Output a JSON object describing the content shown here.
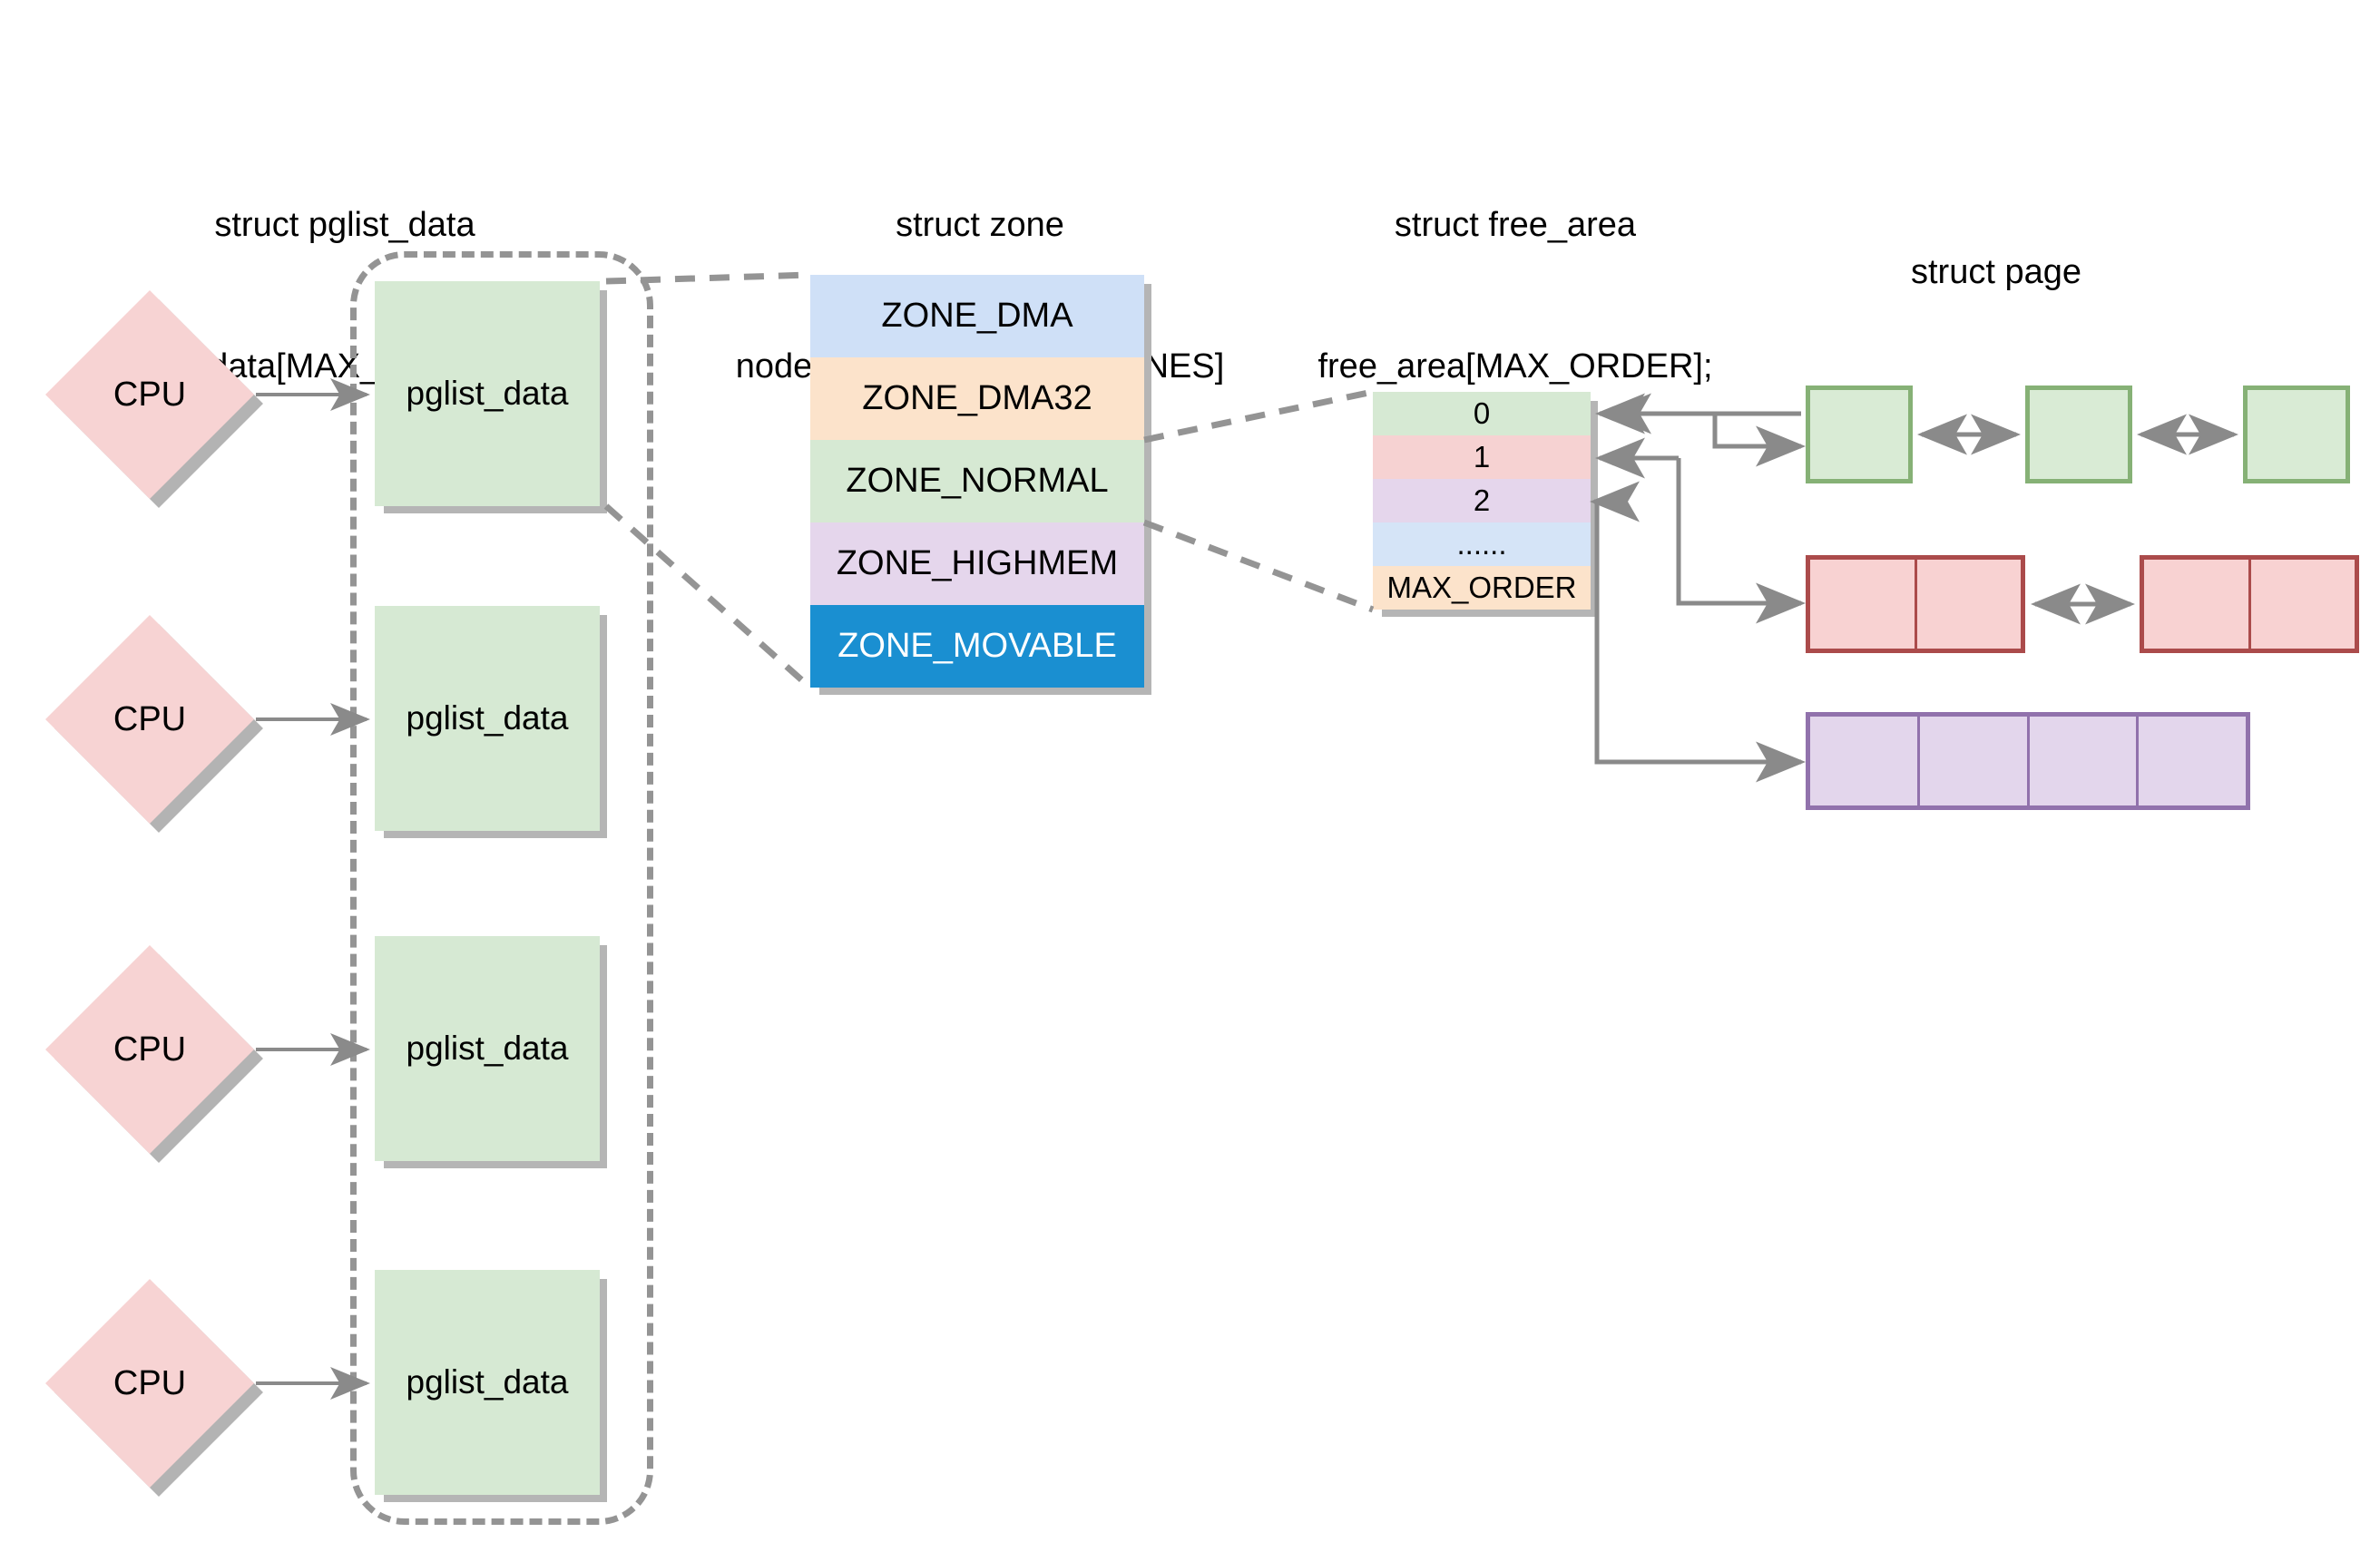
{
  "diagram": {
    "title": "Linux kernel memory management structures",
    "background": "#ffffff"
  },
  "headers": [
    {
      "id": "h-pglist",
      "line1": "struct pglist_data",
      "line2": "*node_data[MAX_NUMNODES]"
    },
    {
      "id": "h-zone",
      "line1": "struct zone",
      "line2": "node_zones[MAX_NR_ZONES]"
    },
    {
      "id": "h-freearea",
      "line1": "struct free_area",
      "line2": "free_area[MAX_ORDER];"
    },
    {
      "id": "h-page",
      "line1": "struct page",
      "line2": ""
    }
  ],
  "cpus": [
    {
      "label": "CPU"
    },
    {
      "label": "CPU"
    },
    {
      "label": "CPU"
    },
    {
      "label": "CPU"
    }
  ],
  "pglist_nodes": [
    {
      "label": "pglist_data"
    },
    {
      "label": "pglist_data"
    },
    {
      "label": "pglist_data"
    },
    {
      "label": "pglist_data"
    }
  ],
  "zones": [
    {
      "label": "ZONE_DMA",
      "fill": "#cfe0f7",
      "text": "#000000"
    },
    {
      "label": "ZONE_DMA32",
      "fill": "#fce3cb",
      "text": "#000000"
    },
    {
      "label": "ZONE_NORMAL",
      "fill": "#d6e9d3",
      "text": "#000000"
    },
    {
      "label": "ZONE_HIGHMEM",
      "fill": "#e5d6ec",
      "text": "#000000"
    },
    {
      "label": "ZONE_MOVABLE",
      "fill": "#1a8fd1",
      "text": "#ffffff"
    }
  ],
  "free_area_orders": [
    {
      "label": "0",
      "fill": "#d6e9d3",
      "text": "#000000"
    },
    {
      "label": "1",
      "fill": "#f6d2d2",
      "text": "#000000"
    },
    {
      "label": "2",
      "fill": "#e5d6ec",
      "text": "#000000"
    },
    {
      "label": "......",
      "fill": "#d5e4f7",
      "text": "#000000"
    },
    {
      "label": "MAX_ORDER",
      "fill": "#fce3cb",
      "text": "#000000"
    }
  ],
  "page_rows": [
    {
      "order": "0",
      "fill": "#d9ebd5",
      "stroke": "#86b176",
      "groups": [
        {
          "cells": 1
        },
        {
          "cells": 1
        },
        {
          "cells": 1
        }
      ]
    },
    {
      "order": "1",
      "fill": "#f8d2d2",
      "stroke": "#ab4b4b",
      "groups": [
        {
          "cells": 2
        },
        {
          "cells": 2
        }
      ]
    },
    {
      "order": "2",
      "fill": "#e3d6ec",
      "stroke": "#9172ac",
      "groups": [
        {
          "cells": 4
        }
      ]
    }
  ],
  "colors": {
    "cpu_fill": "#f7d3d3",
    "pglist_fill": "#d6e9d3",
    "shadow": "#b5b5b5",
    "dashed_stroke": "#949494",
    "arrow_stroke": "#8a8a8a",
    "text": "#000000"
  }
}
